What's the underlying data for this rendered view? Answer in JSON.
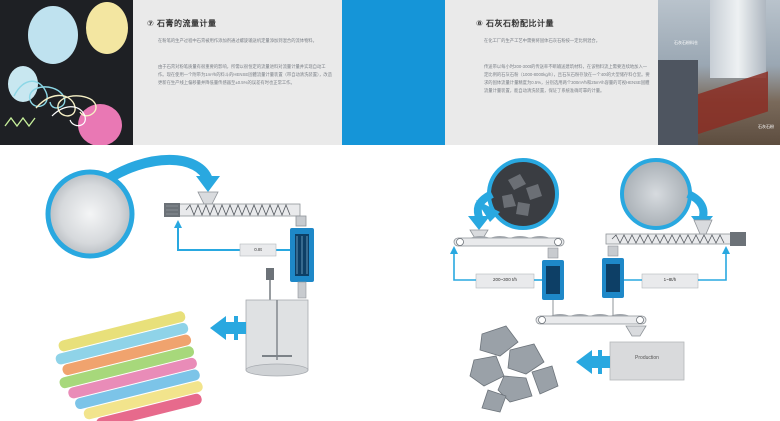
{
  "left_section": {
    "title": "⑦ 石膏的流量计量",
    "paragraphs": [
      "在粉笔的生产过程中石膏被用作添加剂通过螺旋输送机定量添加到混合的流体物料。",
      "由于石膏对粉笔质量有很重要的影响，所需以很恒定的流量进料对流量计量并实现自动工作。现在使用一个附带为1m³/h的料斗的HENSE固體流量计量装置（带自动清洗装置），改造更新在生产线上偏移量并降低量传感器至±0.5%的误差有时也正常工作。"
    ]
  },
  "right_section": {
    "title": "⑧ 石灰石粉配比计量",
    "paragraphs": [
      "在化工厂的生产工艺中需要将固体石灰石粉按一定比例混合。",
      "传送带以每小时200-300t的传送率不断输送建筑材料，在该物料流上需要连续地加入一定比例的石灰石粉（1000-8000kg/h），且石灰石粉存放在一个40t的大型储存料仓里。要求的固体流量计量精度为0.5%，分别选用两个300m³/h和25m³/h容量的可视HENSE固體流量计量装置，能自动清洗装置，保证了系统准确可靠的计量。"
    ]
  },
  "industrial_photo": {
    "label_top": "石灰石粉料仓",
    "label_bottom": "石灰石粉"
  },
  "diagram_left": {
    "flow_label": "0.8t"
  },
  "diagram_right": {
    "flow_label_left": "200~300 t/h",
    "flow_label_right": "1~8t/h",
    "production_label": "Production"
  },
  "colors": {
    "accent_blue": "#1595d8",
    "flow_arrow": "#29a8e0",
    "band_gray": "#eaeaea"
  }
}
